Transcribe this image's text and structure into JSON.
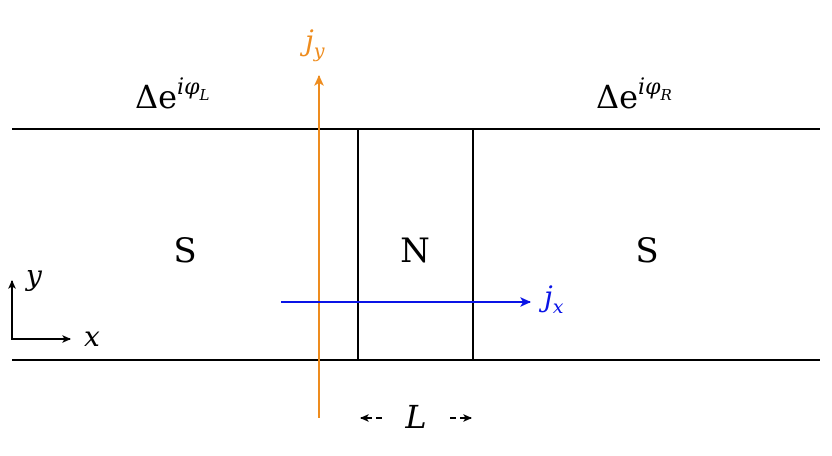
{
  "labels": {
    "left_region": "S",
    "middle_region": "N",
    "right_region": "S",
    "left_phase_base": "Δe",
    "left_phase_sup": "iφ",
    "left_phase_sub": "L",
    "right_phase_base": "Δe",
    "right_phase_sup": "iφ",
    "right_phase_sub": "R",
    "jy_base": "j",
    "jy_sub": "y",
    "jx_base": "j",
    "jx_sub": "x",
    "axis_y": "y",
    "axis_x": "x",
    "length": "L"
  },
  "colors": {
    "jy": "#EE8C1E",
    "jx": "#0A14E6",
    "lines": "#000000"
  }
}
